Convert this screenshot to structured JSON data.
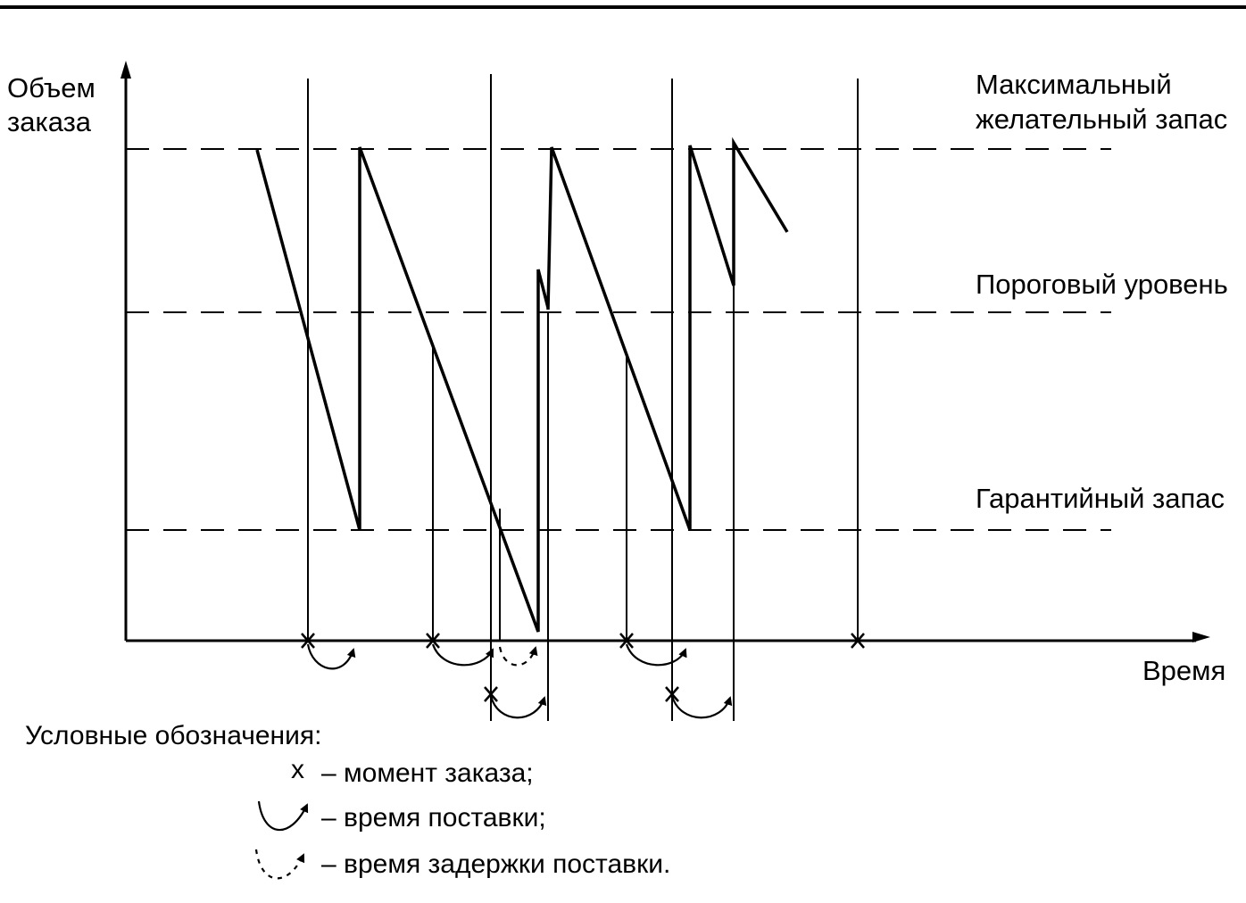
{
  "y_axis_label": [
    "Объем",
    "заказа"
  ],
  "x_axis_label": "Время",
  "levels": {
    "max": [
      "Максимальный",
      "желательный запас"
    ],
    "threshold": "Пороговый уровень",
    "safety": "Гарантийный запас"
  },
  "legend": {
    "title": "Условные обозначения:",
    "order_symbol": "x",
    "order_moment": "– момент заказа;",
    "delivery_time": "– время поставки;",
    "delivery_delay": "– время задержки поставки."
  }
}
